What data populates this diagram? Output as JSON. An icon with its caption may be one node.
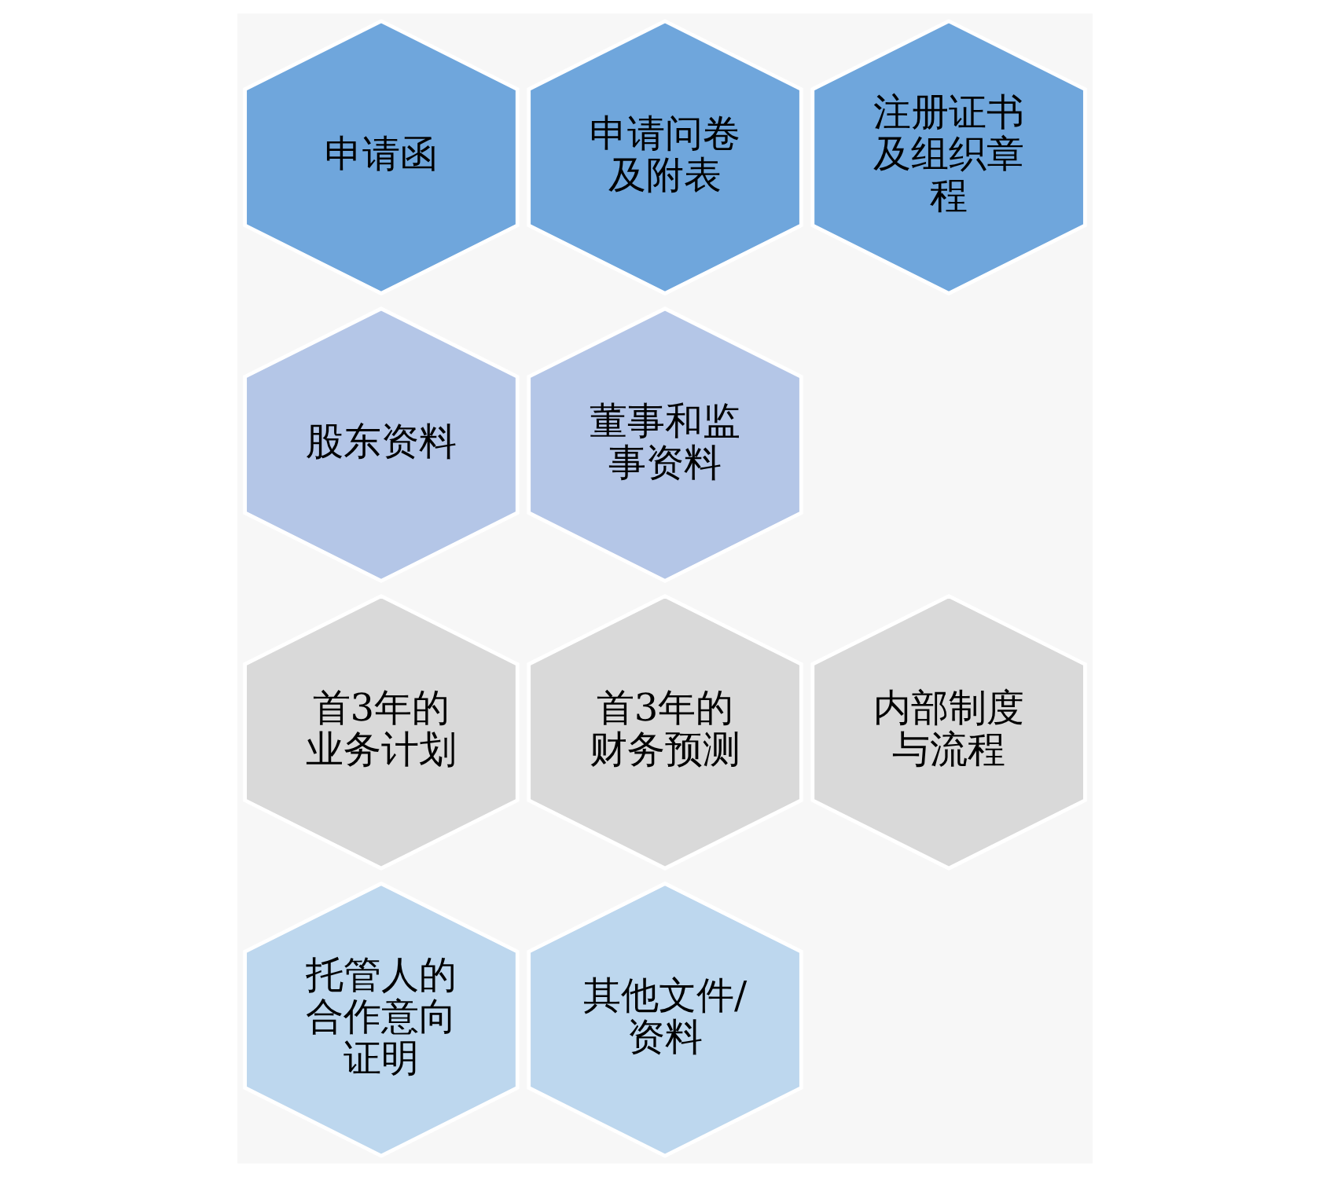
{
  "diagram": {
    "nodes": [
      {
        "text": [
          "申请函"
        ]
      },
      {
        "text": [
          "申请问卷及附表"
        ]
      },
      {
        "text": [
          "注册证书及组织章程"
        ]
      },
      {
        "text": [
          "股东资料"
        ]
      },
      {
        "text": [
          "董事和监事资料"
        ]
      },
      {
        "text": [
          "首3年的业务计划"
        ]
      },
      {
        "text": [
          "首3年的财务预测"
        ]
      },
      {
        "text": [
          "内部制度与流程"
        ]
      },
      {
        "text": [
          "托管人的合作意向证明"
        ]
      },
      {
        "text": [
          "其他文件/资料"
        ]
      }
    ]
  }
}
